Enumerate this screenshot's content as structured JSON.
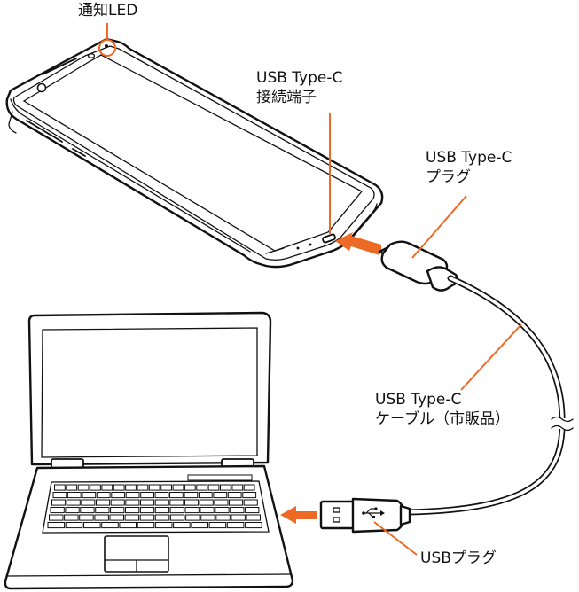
{
  "labels": {
    "led": "通知LED",
    "connector_line1": "USB Type-C",
    "connector_line2": "接続端子",
    "plug_line1": "USB Type-C",
    "plug_line2": "プラグ",
    "cable_line1": "USB Type-C",
    "cable_line2": "ケーブル（市販品）",
    "usb_plug": "USBプラグ"
  },
  "colors": {
    "accent": "#ec6a26",
    "outline": "#111111",
    "background": "#ffffff"
  },
  "icons": [
    "usb-trident-icon"
  ]
}
